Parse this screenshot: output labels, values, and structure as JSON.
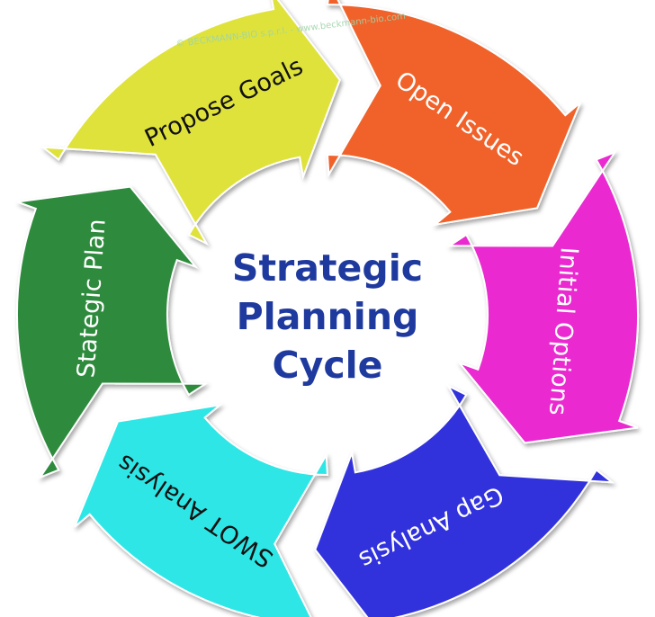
{
  "copyright": "© BECKMANN-BIO s.p.r.l. - www.beckmann-bio.com",
  "center": {
    "lines": [
      "Strategic",
      "Planning",
      "Cycle"
    ],
    "color": "#1f3a9e"
  },
  "segments": [
    {
      "label": "Stategic Plan",
      "color": "#2e8b3c",
      "text_color": "#ffffff"
    },
    {
      "label": "Propose Goals",
      "color": "#dfe23b",
      "text_color": "#111111"
    },
    {
      "label": "Open Issues",
      "color": "#f0622a",
      "text_color": "#ffffff"
    },
    {
      "label": "Initial Options",
      "color": "#ea2ad0",
      "text_color": "#ffffff"
    },
    {
      "label": "Gap Analysis",
      "color": "#3131dd",
      "text_color": "#ffffff"
    },
    {
      "label": "SWOT Analysis",
      "color": "#2fe6e6",
      "text_color": "#111111"
    }
  ]
}
